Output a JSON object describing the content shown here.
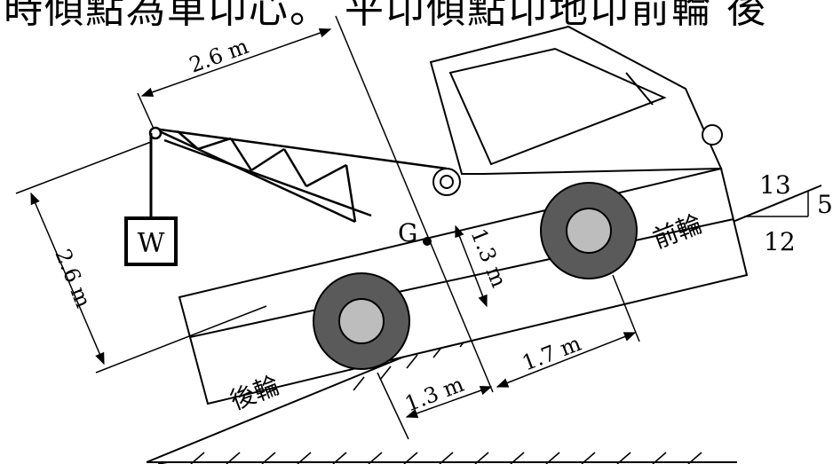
{
  "header_fragment": "時傾點為車卬心。 平卬傾點卬地卬前輪 後",
  "labels": {
    "dim_boom_horizontal": "2.6 m",
    "dim_boom_height": "2.6 m",
    "dim_g_height": "1.3 m",
    "dim_front_axle": "1.7 m",
    "dim_rear_axle": "1.3 m",
    "center_of_gravity": "G",
    "weight": "W",
    "front_wheel": "前輪",
    "rear_wheel": "後輪",
    "slope_hyp": "13",
    "slope_rise": "5",
    "slope_run": "12"
  },
  "colors": {
    "line": "#000000",
    "tire": "#5a5a5a",
    "hub": "#bdbdbd",
    "background": "#ffffff"
  }
}
